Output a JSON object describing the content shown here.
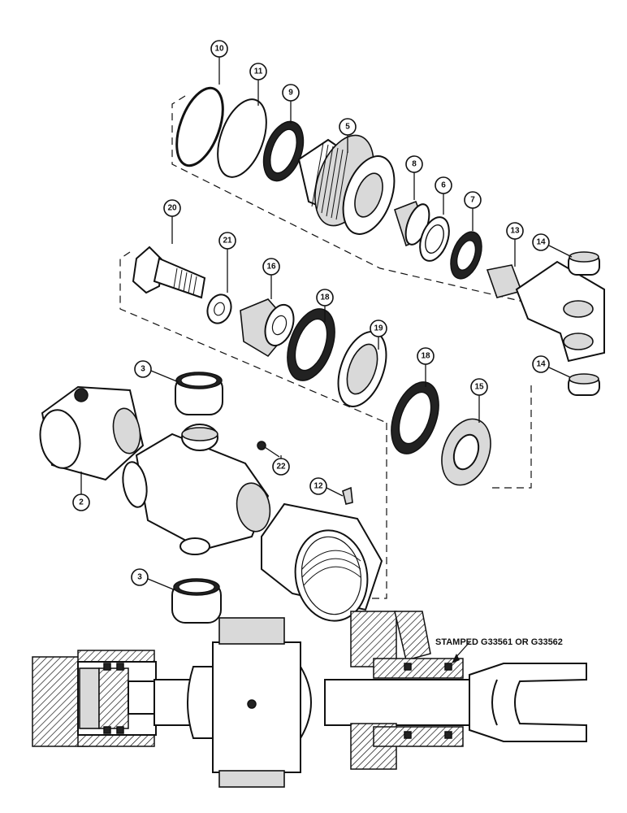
{
  "callouts": [
    "10",
    "11",
    "9",
    "5",
    "8",
    "6",
    "7",
    "13",
    "14",
    "20",
    "21",
    "16",
    "18",
    "19",
    "18",
    "15",
    "14",
    "3",
    "22",
    "12",
    "2",
    "3"
  ],
  "stamp_note": "STAMPED G33561 OR G33562"
}
